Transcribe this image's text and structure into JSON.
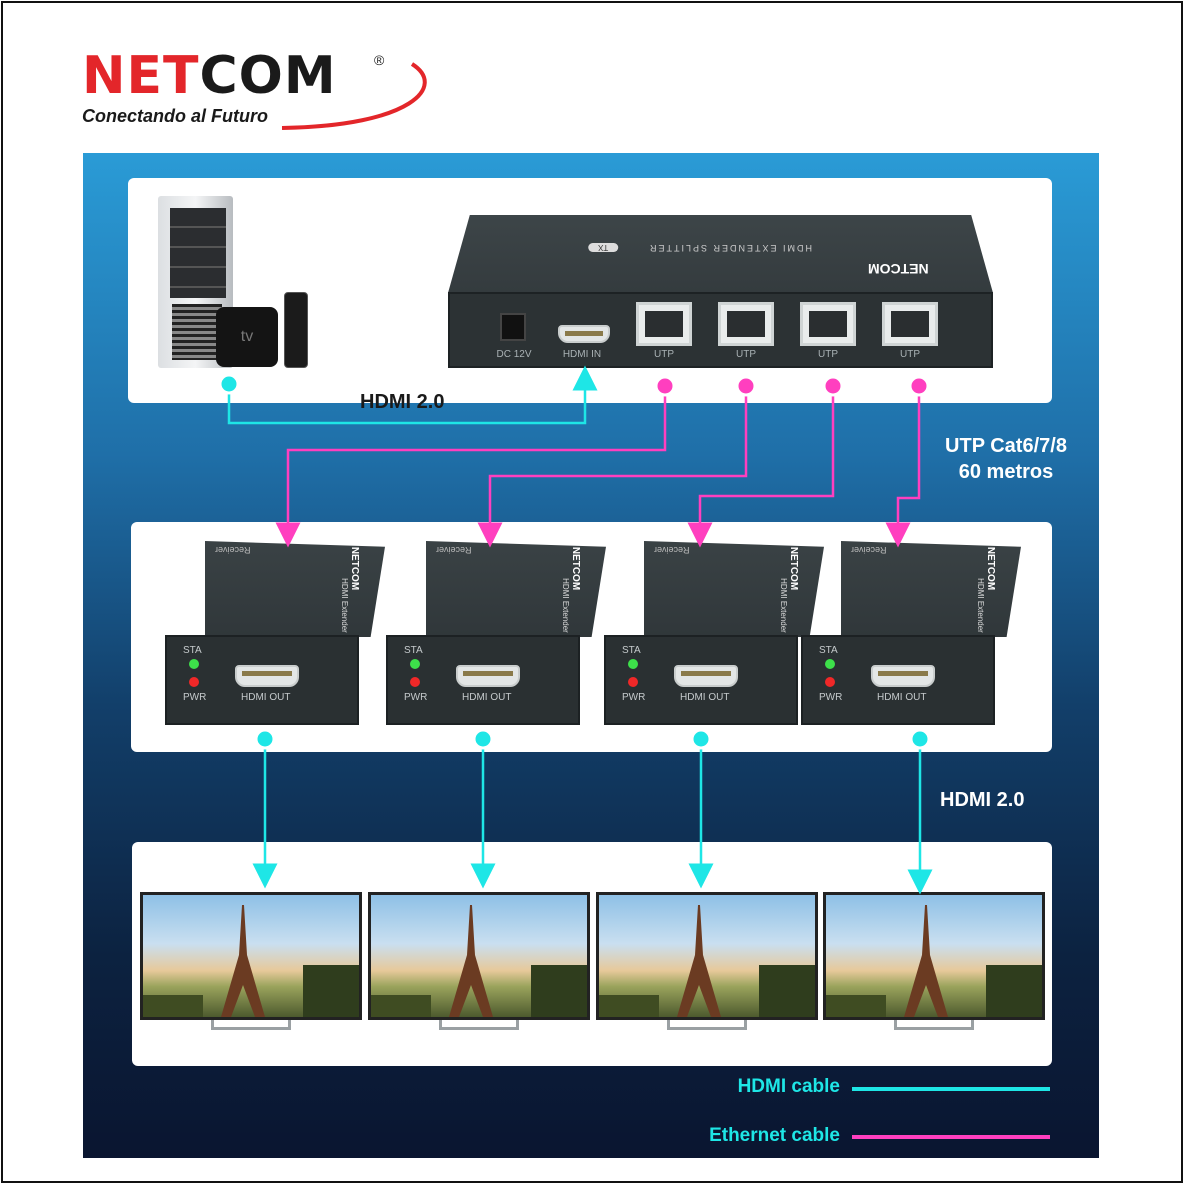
{
  "logo": {
    "brand_red": "NET",
    "brand_dark": "COM",
    "registered": "®",
    "tagline": "Conectando al Futuro"
  },
  "colors": {
    "hdmi": "#1ee6e6",
    "ethernet": "#ff3fbf",
    "brand": "#e3262a"
  },
  "transmitter": {
    "top_text": "HDMI EXTENDER SPLITTER",
    "tx_badge": "TX",
    "ports": [
      "DC 12V",
      "HDMI IN",
      "UTP",
      "UTP",
      "UTP",
      "UTP"
    ]
  },
  "sources": {
    "tv_box_label": "tv"
  },
  "labels": {
    "hdmi_in": "HDMI 2.0",
    "utp_line1": "UTP Cat6/7/8",
    "utp_line2": "60 metros",
    "hdmi_out": "HDMI 2.0"
  },
  "receivers": [
    {
      "sta": "STA",
      "pwr": "PWR",
      "port": "HDMI OUT",
      "side": "HDMI Extender",
      "brand": "NETCOM",
      "top": "Receiver"
    },
    {
      "sta": "STA",
      "pwr": "PWR",
      "port": "HDMI OUT",
      "side": "HDMI Extender",
      "brand": "NETCOM",
      "top": "Receiver"
    },
    {
      "sta": "STA",
      "pwr": "PWR",
      "port": "HDMI OUT",
      "side": "HDMI Extender",
      "brand": "NETCOM",
      "top": "Receiver"
    },
    {
      "sta": "STA",
      "pwr": "PWR",
      "port": "HDMI OUT",
      "side": "HDMI Extender",
      "brand": "NETCOM",
      "top": "Receiver"
    }
  ],
  "legend": {
    "hdmi": "HDMI cable",
    "ethernet": "Ethernet cable"
  }
}
